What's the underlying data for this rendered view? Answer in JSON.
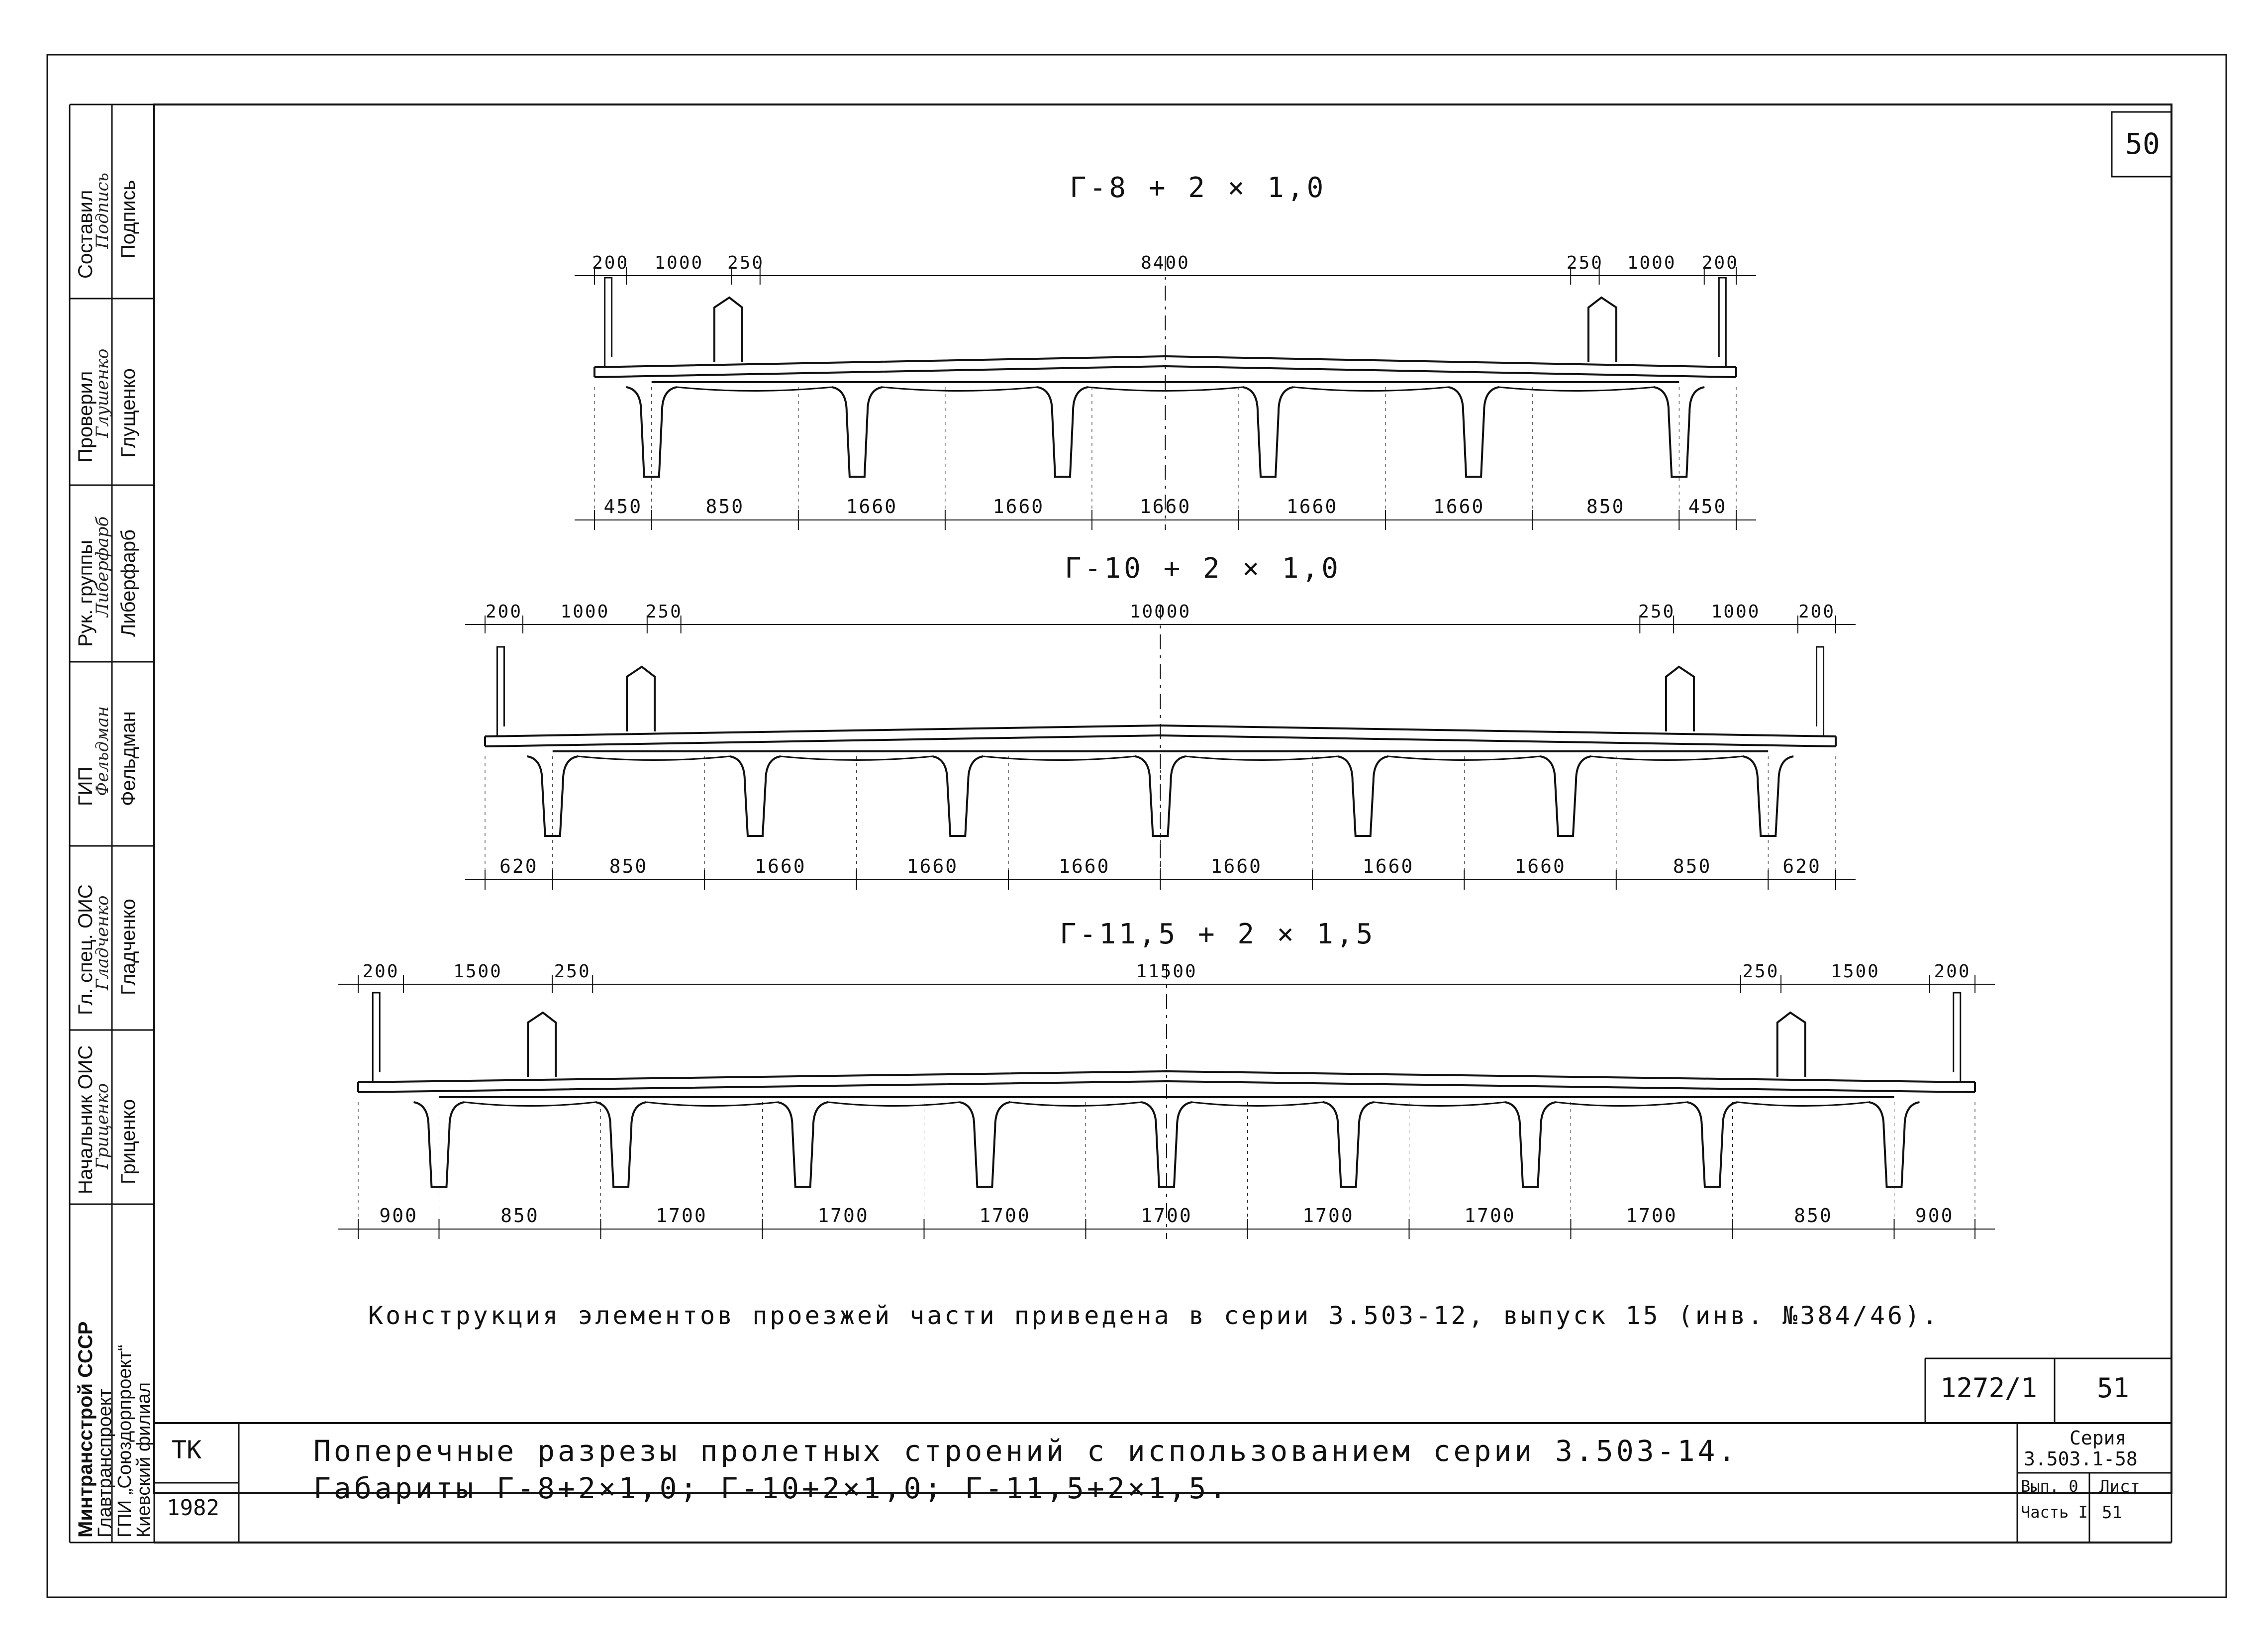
{
  "sheet_number": "50",
  "drawing_number": "1272/1",
  "drawing_sheet": "51",
  "sections": [
    {
      "title": "Г-8 + 2 × 1,0",
      "top_dims": [
        "200",
        "1000",
        "250",
        "8400",
        "250",
        "1000",
        "200"
      ],
      "bottom_dims": [
        "450",
        "850",
        "1660",
        "1660",
        "1660",
        "1660",
        "1660",
        "850",
        "450"
      ]
    },
    {
      "title": "Г-10 + 2 × 1,0",
      "top_dims": [
        "200",
        "1000",
        "250",
        "10000",
        "250",
        "1000",
        "200"
      ],
      "bottom_dims": [
        "620",
        "850",
        "1660",
        "1660",
        "1660",
        "1660",
        "1660",
        "1660",
        "850",
        "620"
      ]
    },
    {
      "title": "Г-11,5 + 2 × 1,5",
      "top_dims": [
        "200",
        "1500",
        "250",
        "11500",
        "250",
        "1500",
        "200"
      ],
      "bottom_dims": [
        "900",
        "850",
        "1700",
        "1700",
        "1700",
        "1700",
        "1700",
        "1700",
        "1700",
        "850",
        "900"
      ]
    }
  ],
  "note": "Конструкция элементов проезжей части приведена в серии 3.503-12, выпуск 15 (инв. №384/46).",
  "title_block": {
    "org": "Минтрансстрой СССР",
    "org2": "Главтранспроект",
    "org3": "ГПИ „Союздорпроект“",
    "org4": "Киевский филиал",
    "code": "ТК",
    "year": "1982",
    "title_line1": "Поперечные разрезы пролетных строений с использованием серии 3.503-14.",
    "title_line2": "Габариты Г-8+2×1,0; Г-10+2×1,0; Г-11,5+2×1,5.",
    "series_label": "Серия",
    "series_value": "3.503.1-58",
    "issue_label": "Вып. 0",
    "part_label": "Часть I",
    "sheet_label": "Лист",
    "sheet_value": "51"
  },
  "side_stamp": [
    {
      "role": "Составил",
      "signature": "Подпись",
      "name": "Подпись"
    },
    {
      "role": "Проверил",
      "signature": "Глушенко",
      "name": "Глущенко"
    },
    {
      "role": "Рук. группы",
      "signature": "Либерфарб",
      "name": "Либерфарб"
    },
    {
      "role": "ГИП",
      "signature": "Фельдман",
      "name": "Фельдман"
    },
    {
      "role": "Гл. спец. ОИС",
      "signature": "Гладченко",
      "name": "Гладченко"
    },
    {
      "role": "Начальник ОИС",
      "signature": "Гриценко",
      "name": "Гриценко"
    }
  ]
}
